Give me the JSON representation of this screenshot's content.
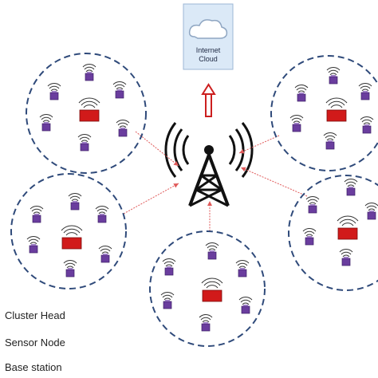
{
  "cloud": {
    "line1": "Internet",
    "line2": "Cloud"
  },
  "legend": {
    "cluster_head": "Cluster Head",
    "sensor_node": "Sensor Node",
    "base_station": "Base station"
  },
  "colors": {
    "cluster_border": "#2f4a7a",
    "sensor_fill": "#6a3d9e",
    "head_fill": "#d11a1a",
    "link_arrow": "#e05a5a",
    "uplink_arrow": "#cc1f1f",
    "tower": "#111111",
    "cloud_box": "#dbe9f7"
  },
  "icons": [
    "internet-cloud-icon",
    "base-station-tower-icon",
    "sensor-node-icon",
    "cluster-head-icon"
  ]
}
